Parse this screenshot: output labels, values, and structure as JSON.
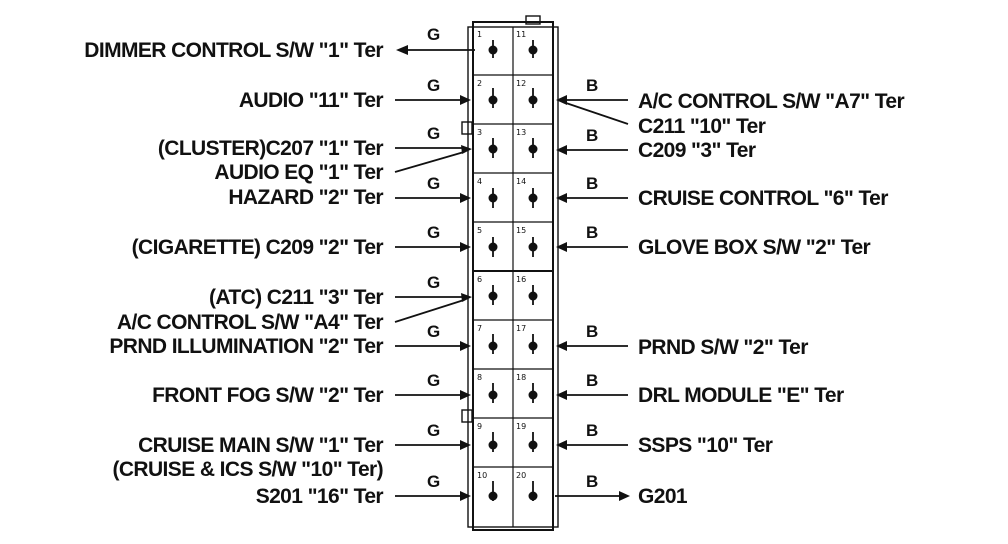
{
  "connector": {
    "pins": [
      "1",
      "2",
      "3",
      "4",
      "5",
      "6",
      "7",
      "8",
      "9",
      "10",
      "11",
      "12",
      "13",
      "14",
      "15",
      "16",
      "17",
      "18",
      "19",
      "20"
    ]
  },
  "left_labels": [
    "DIMMER CONTROL S/W \"1\" Ter",
    "AUDIO \"11\" Ter",
    "(CLUSTER)C207 \"1\" Ter",
    "AUDIO EQ \"1\" Ter",
    "HAZARD \"2\" Ter",
    "(CIGARETTE) C209 \"2\" Ter",
    "(ATC) C211 \"3\" Ter",
    "A/C CONTROL S/W \"A4\" Ter",
    "PRND ILLUMINATION \"2\" Ter",
    "FRONT FOG S/W \"2\" Ter",
    "CRUISE MAIN S/W \"1\" Ter",
    "(CRUISE & ICS S/W \"10\" Ter)",
    "S201 \"16\" Ter"
  ],
  "right_labels": [
    "A/C CONTROL S/W \"A7\" Ter",
    "C211 \"10\" Ter",
    "C209 \"3\" Ter",
    "CRUISE CONTROL \"6\" Ter",
    "GLOVE BOX S/W \"2\" Ter",
    "PRND S/W \"2\" Ter",
    "DRL MODULE \"E\" Ter",
    "SSPS \"10\" Ter",
    "G201"
  ],
  "wire_colors": {
    "left": "G",
    "right": "B"
  }
}
